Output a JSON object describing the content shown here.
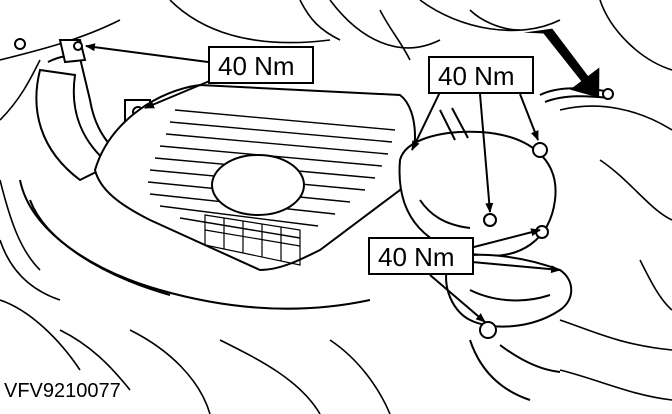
{
  "callouts": [
    {
      "label": "40 Nm"
    },
    {
      "label": "40 Nm"
    },
    {
      "label": "40 Nm"
    }
  ],
  "figure_code": "VFV9210077",
  "colors": {
    "ink": "#000000",
    "paper": "#ffffff"
  }
}
